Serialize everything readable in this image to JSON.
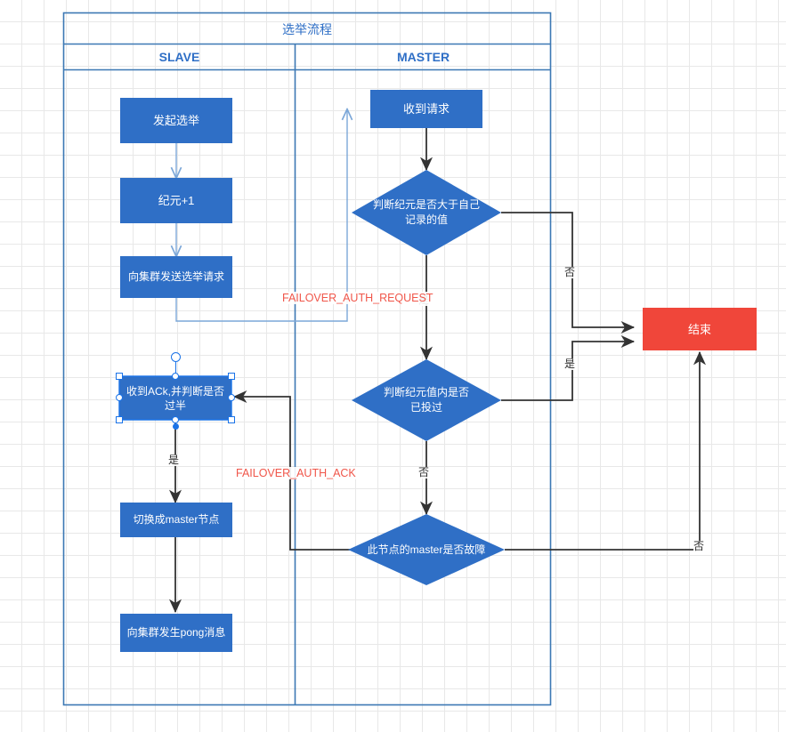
{
  "diagram": {
    "title": "选举流程",
    "lanes": [
      {
        "name": "SLAVE"
      },
      {
        "name": "MASTER"
      }
    ],
    "colors": {
      "node_blue": "#2f6fc6",
      "node_red": "#f0463a",
      "lane_border": "#3c78b4",
      "connector_blue": "#7ca7d8",
      "connector_dark": "#333333",
      "protocol_red": "#f0564a",
      "grid": "#e8e8e8"
    },
    "nodes": {
      "start_election": "发起选举",
      "epoch_plus_one": "纪元+1",
      "send_vote_request": "向集群发送选举请求",
      "receive_ack": "收到ACk,并判断是否\n过半",
      "switch_to_master": "切换成master节点",
      "send_pong": "向集群发生pong消息",
      "receive_request": "收到请求",
      "decide_epoch_greater": "判断纪元是否大于自己\n记录的值",
      "decide_already_voted": "判断纪元值内是否\n已投过",
      "decide_master_failed": "此节点的master是否故障",
      "end": "结束"
    },
    "edge_labels": {
      "epoch_greater_no": "否",
      "epoch_greater_yes": "是",
      "already_voted_yes": "是",
      "already_voted_no": "否",
      "master_failed_no": "否",
      "ack_yes": "是"
    },
    "protocol_labels": {
      "auth_request": "FAILOVER_AUTH_REQUEST",
      "auth_ack": "FAILOVER_AUTH_ACK"
    },
    "selection": {
      "selected_node": "收到ACk,并判断是否\n过半"
    }
  }
}
